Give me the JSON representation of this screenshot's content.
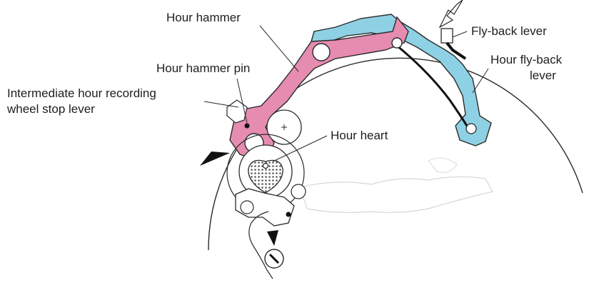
{
  "labels": {
    "hour_hammer": "Hour hammer",
    "fly_back_lever": "Fly-back lever",
    "hour_fly_back_line1": "Hour fly-back",
    "hour_fly_back_line2": "lever",
    "hour_hammer_pin": "Hour hammer pin",
    "intermediate_line1": "Intermediate hour  recording",
    "intermediate_line2": "wheel stop lever",
    "hour_heart": "Hour heart"
  },
  "colors": {
    "hammer": "#e58cb0",
    "fly_back": "#8fd1e4",
    "outline": "#2a2a2a",
    "heart_fill": "#bfbfbf"
  }
}
